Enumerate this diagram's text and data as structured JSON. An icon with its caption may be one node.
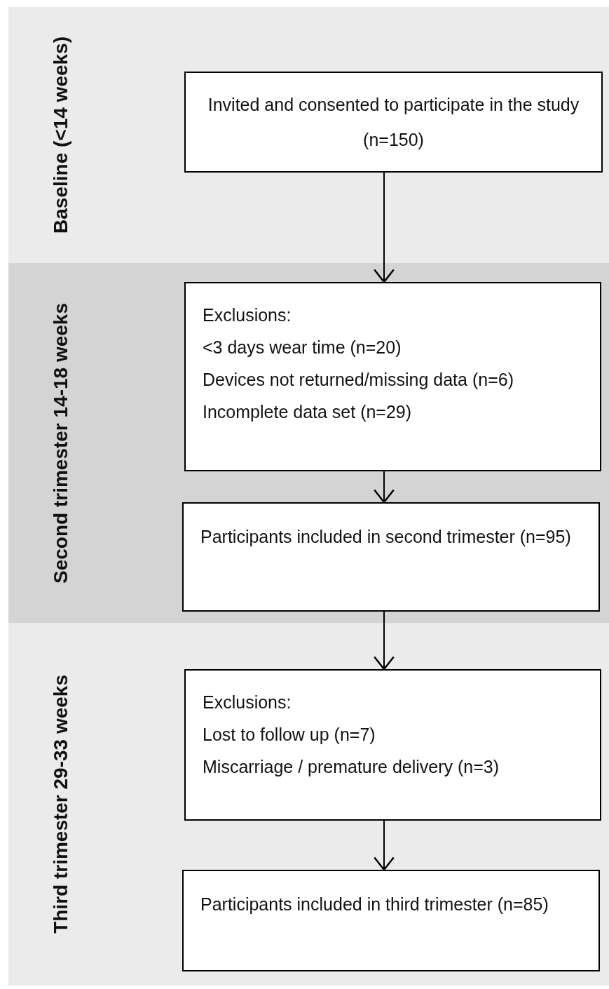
{
  "diagram": {
    "nodes": [
      {
        "text": [
          "Baseline (<14 weeks)"
        ]
      },
      {
        "text": [
          "Invited and consented to participate in the study (n=150)"
        ],
        "in": 0
      },
      {
        "text": [
          "Second trimester 14-18 weeks"
        ]
      },
      {
        "text": [
          "Exclusions:",
          "<3 days wear time (n=20)",
          "Devices not returned/missing data (n=6)",
          "Incomplete data set (n=29)"
        ],
        "in": 2
      },
      {
        "text": [
          "Participants included in second trimester (n=95)"
        ],
        "in": 2
      },
      {
        "text": [
          "Third trimester 29-33 weeks"
        ]
      },
      {
        "text": [
          "Exclusions:",
          "Lost to follow up (n=7)",
          "Miscarriage / premature delivery (n=3)"
        ],
        "in": 5
      },
      {
        "text": [
          "Participants included in third trimester (n=85)"
        ],
        "in": 5
      }
    ],
    "edges": [
      {
        "from": 1,
        "to": 3,
        "arrow": "to"
      },
      {
        "from": 3,
        "to": 4,
        "arrow": "to"
      },
      {
        "from": 4,
        "to": 6,
        "arrow": "to"
      },
      {
        "from": 6,
        "to": 7,
        "arrow": "to"
      }
    ]
  }
}
